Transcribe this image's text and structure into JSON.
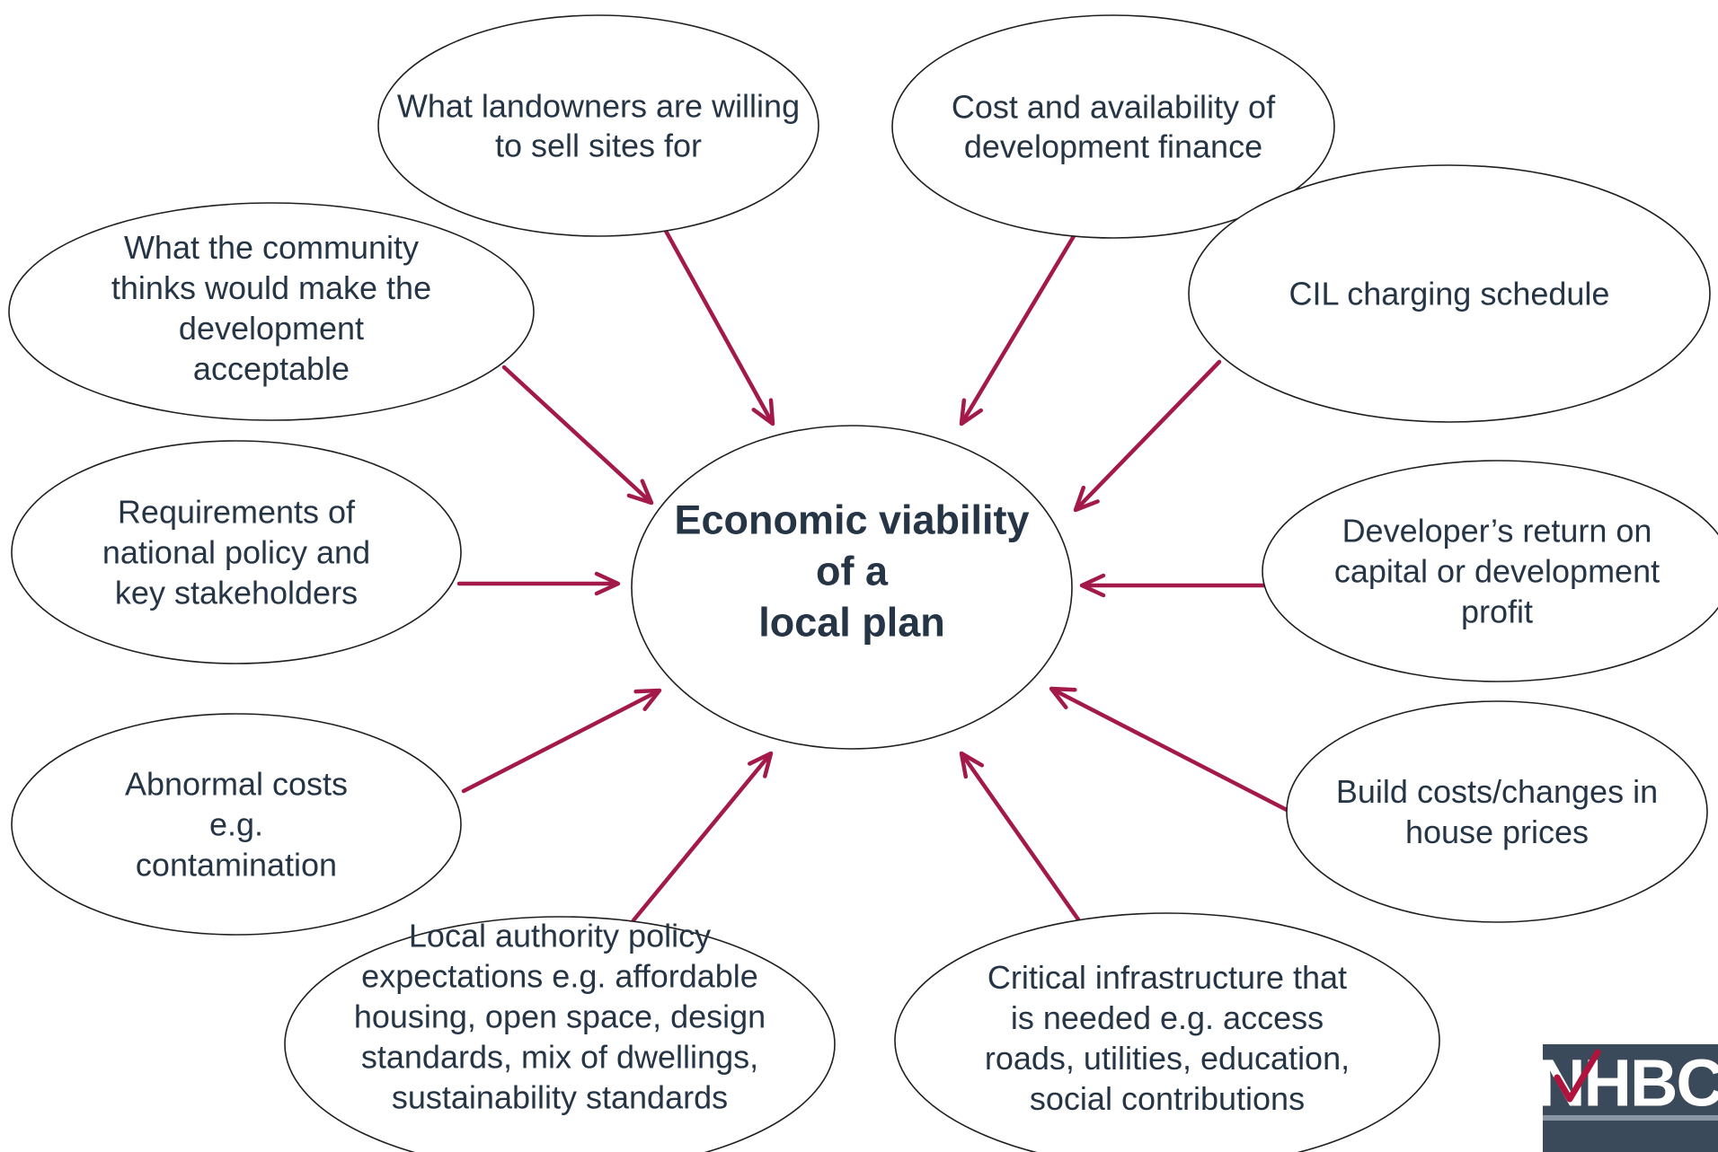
{
  "diagram": {
    "center": {
      "lines": [
        "Economic viability",
        "of a",
        "local plan"
      ]
    },
    "nodes": [
      {
        "id": "landowners",
        "lines": [
          "What landowners are willing",
          "to sell sites for"
        ]
      },
      {
        "id": "finance",
        "lines": [
          "Cost and availability of",
          "development finance"
        ]
      },
      {
        "id": "community",
        "lines": [
          "What the community",
          "thinks would make the",
          "development",
          "acceptable"
        ]
      },
      {
        "id": "cil",
        "lines": [
          "CIL charging schedule"
        ]
      },
      {
        "id": "national-policy",
        "lines": [
          "Requirements of",
          "national policy and",
          "key stakeholders"
        ]
      },
      {
        "id": "developer-return",
        "lines": [
          "Developer’s return on",
          "capital or development",
          "profit"
        ]
      },
      {
        "id": "abnormal-costs",
        "lines": [
          "Abnormal costs",
          "e.g.",
          "contamination"
        ]
      },
      {
        "id": "build-costs",
        "lines": [
          "Build costs/changes in",
          "house prices"
        ]
      },
      {
        "id": "local-authority",
        "lines": [
          "Local authority policy",
          "expectations e.g. affordable",
          "housing, open space, design",
          "standards, mix of dwellings,",
          "sustainability standards"
        ]
      },
      {
        "id": "infrastructure",
        "lines": [
          "Critical infrastructure that",
          "is needed e.g. access",
          "roads, utilities, education,",
          "social contributions"
        ]
      }
    ]
  },
  "logo": {
    "text": "NHBC",
    "bg_color": "#3b4a5a",
    "tick_color": "#b0143c"
  },
  "colors": {
    "arrow": "#a3194a",
    "text": "#253545",
    "outline": "#1f1f1f"
  }
}
